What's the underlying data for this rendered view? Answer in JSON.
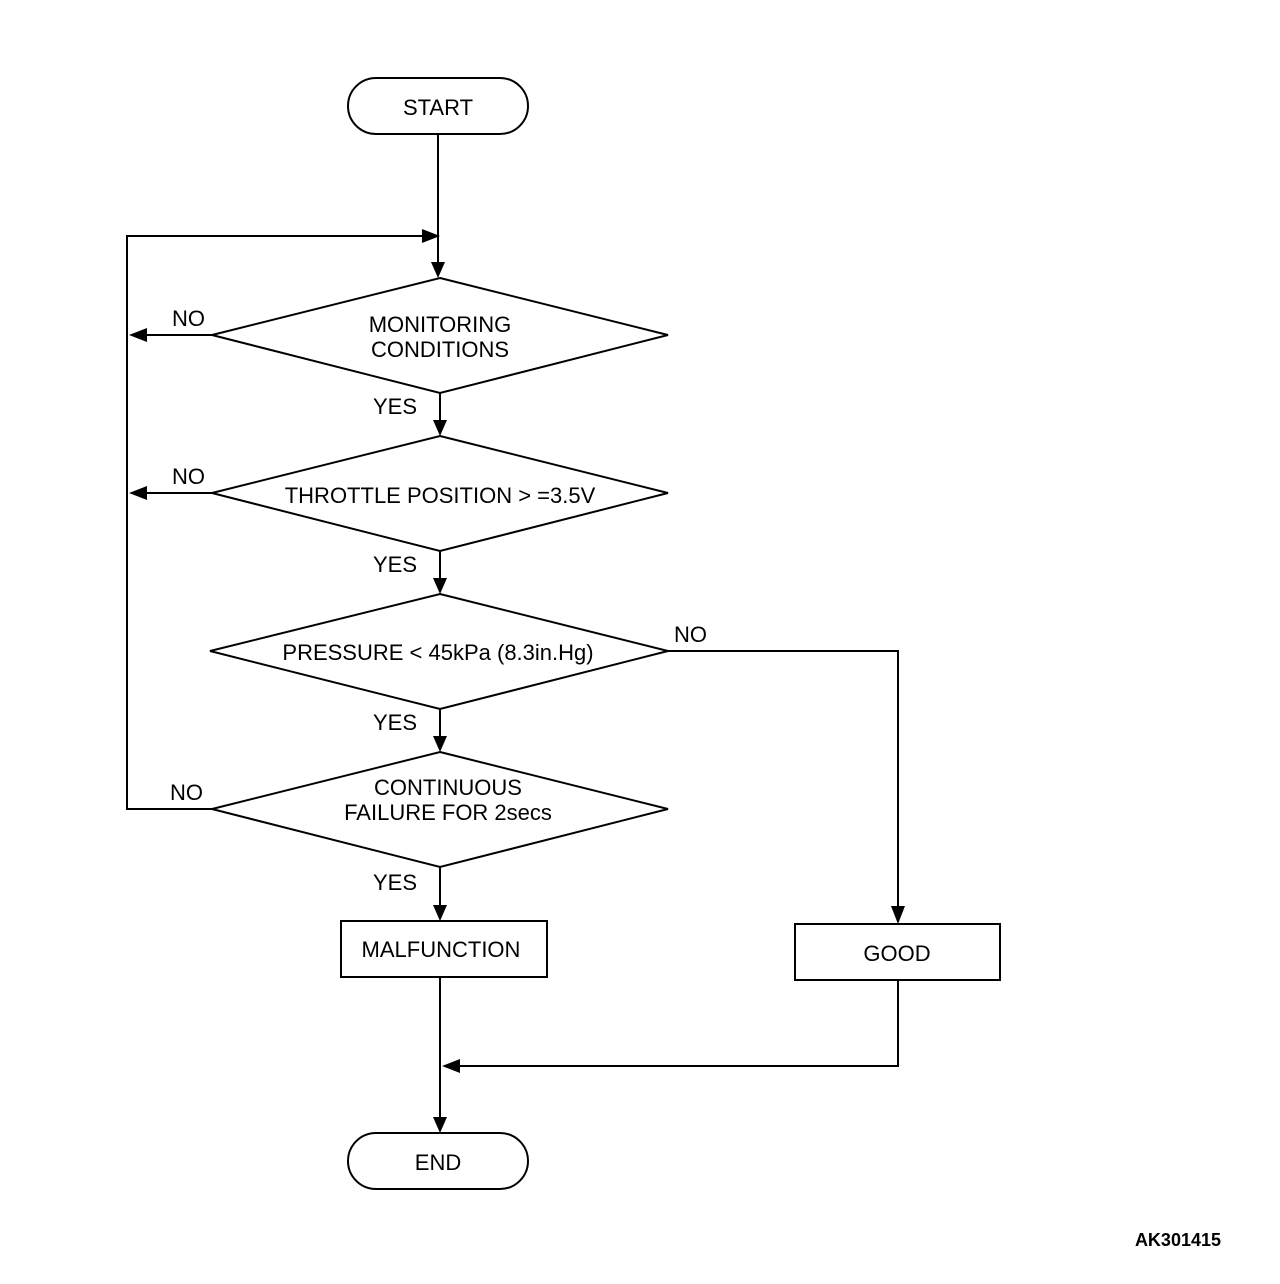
{
  "flowchart": {
    "start": "START",
    "end": "END",
    "decisions": {
      "monitoring": {
        "line1": "MONITORING",
        "line2": "CONDITIONS"
      },
      "throttle": {
        "line1": "THROTTLE POSITION > =3.5V"
      },
      "pressure": {
        "line1": "PRESSURE < 45kPa (8.3in.Hg)"
      },
      "continuous": {
        "line1": "CONTINUOUS",
        "line2": "FAILURE FOR 2secs"
      }
    },
    "results": {
      "malfunction": "MALFUNCTION",
      "good": "GOOD"
    },
    "branch_labels": {
      "yes": "YES",
      "no": "NO"
    }
  },
  "figure_code": "AK301415"
}
